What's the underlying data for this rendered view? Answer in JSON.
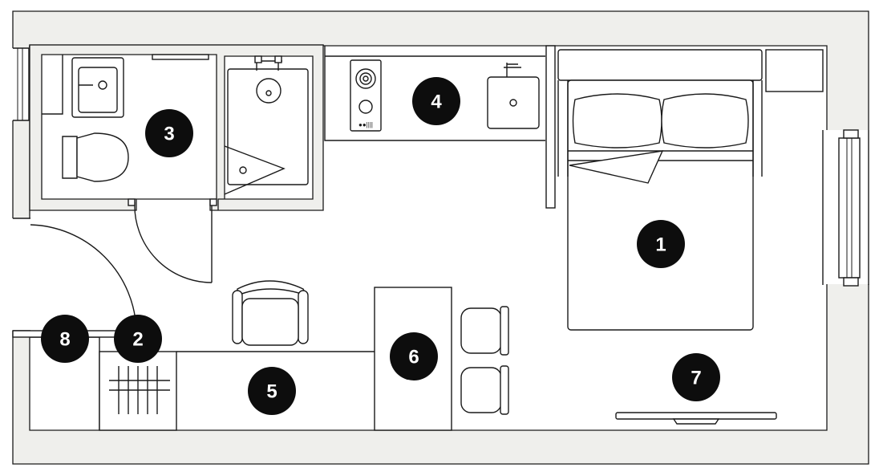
{
  "colors": {
    "wall_fill": "#efefec",
    "line": "#1a1a1a",
    "marker": "#0d0d0d",
    "marker_text": "#ffffff"
  },
  "markers": [
    {
      "id": "1",
      "label": "1"
    },
    {
      "id": "2",
      "label": "2"
    },
    {
      "id": "3",
      "label": "3"
    },
    {
      "id": "4",
      "label": "4"
    },
    {
      "id": "5",
      "label": "5"
    },
    {
      "id": "6",
      "label": "6"
    },
    {
      "id": "7",
      "label": "7"
    },
    {
      "id": "8",
      "label": "8"
    }
  ],
  "icons": [
    "bed-icon",
    "pillow-icon",
    "toilet-icon",
    "sink-icon",
    "shower-tray-icon",
    "cooktop-icon",
    "armchair-icon",
    "chair-icon",
    "tv-icon",
    "door-swing-icon",
    "window-icon",
    "radiator-icon"
  ]
}
